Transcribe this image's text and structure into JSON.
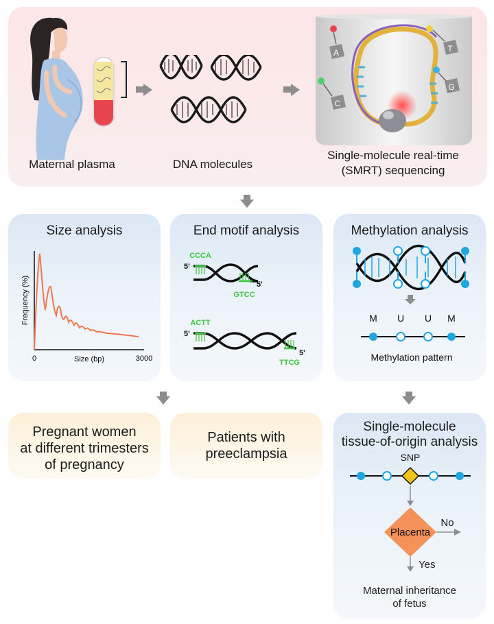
{
  "top": {
    "maternal_plasma": "Maternal plasma",
    "dna_molecules": "DNA molecules",
    "smrt_line1": "Single-molecule real-time",
    "smrt_line2": "(SMRT) sequencing",
    "bases": [
      "A",
      "T",
      "C",
      "G"
    ]
  },
  "size_analysis": {
    "title": "Size analysis",
    "ylabel": "Frequency (%)",
    "xlabel": "Size (bp)",
    "x_ticks": [
      "0",
      "3000"
    ]
  },
  "end_motif": {
    "title": "End motif analysis",
    "motif1_left": "CCCA",
    "motif1_right": "GTCC",
    "motif2_left": "ACTT",
    "motif2_right": "TTCG",
    "five_prime": "5'"
  },
  "methylation": {
    "title": "Methylation analysis",
    "states": [
      "M",
      "U",
      "U",
      "M"
    ],
    "pattern_label": "Methylation pattern"
  },
  "outcomes": {
    "pregnant_line1": "Pregnant women",
    "pregnant_line2": "at different trimesters",
    "pregnant_line3": "of pregnancy",
    "preeclampsia_line1": "Patients with",
    "preeclampsia_line2": "preeclampsia"
  },
  "tissue_origin": {
    "title_line1": "Single-molecule",
    "title_line2": "tissue-of-origin analysis",
    "snp": "SNP",
    "placenta": "Placenta",
    "no": "No",
    "yes": "Yes",
    "result_line1": "Maternal inheritance",
    "result_line2": "of fetus"
  },
  "colors": {
    "accent_green": "#3cc83c",
    "methyl_blue": "#1fa5e0",
    "curve_orange": "#f07850",
    "placenta_orange": "#f5925a",
    "snp_yellow": "#f2c318"
  }
}
